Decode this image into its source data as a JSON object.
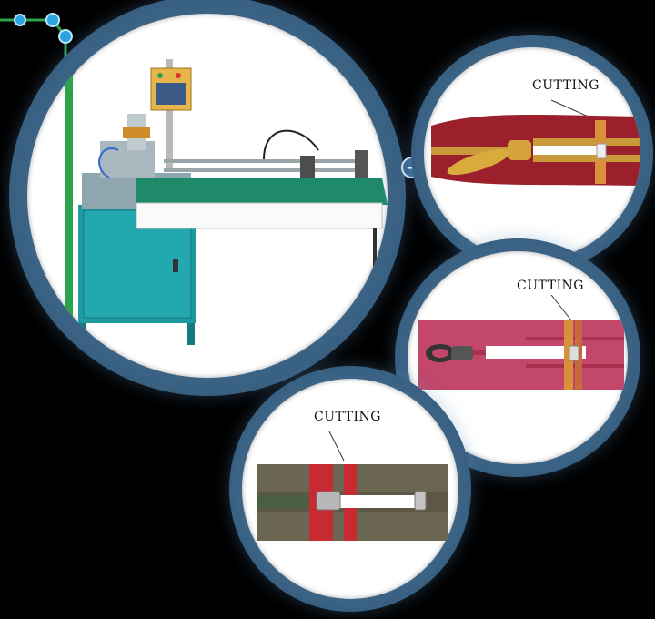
{
  "labels": {
    "cut_top": "CUTTING",
    "cut_middle": "CUTTING",
    "cut_bottom": "CUTTING"
  },
  "icons": {
    "nav_arrow": "arrow-right-icon",
    "nav_arrow_glyph": "➜"
  },
  "colors": {
    "ring": "#3d6688",
    "accent_dot": "#2aa3e0",
    "side_line": "#2aa34a",
    "machine_body": "#1e9aa0",
    "machine_table": "#1f8a6a",
    "zipper_red": "#9c1f2c",
    "zipper_pink": "#c2476a",
    "zipper_khaki": "#6b6652"
  }
}
